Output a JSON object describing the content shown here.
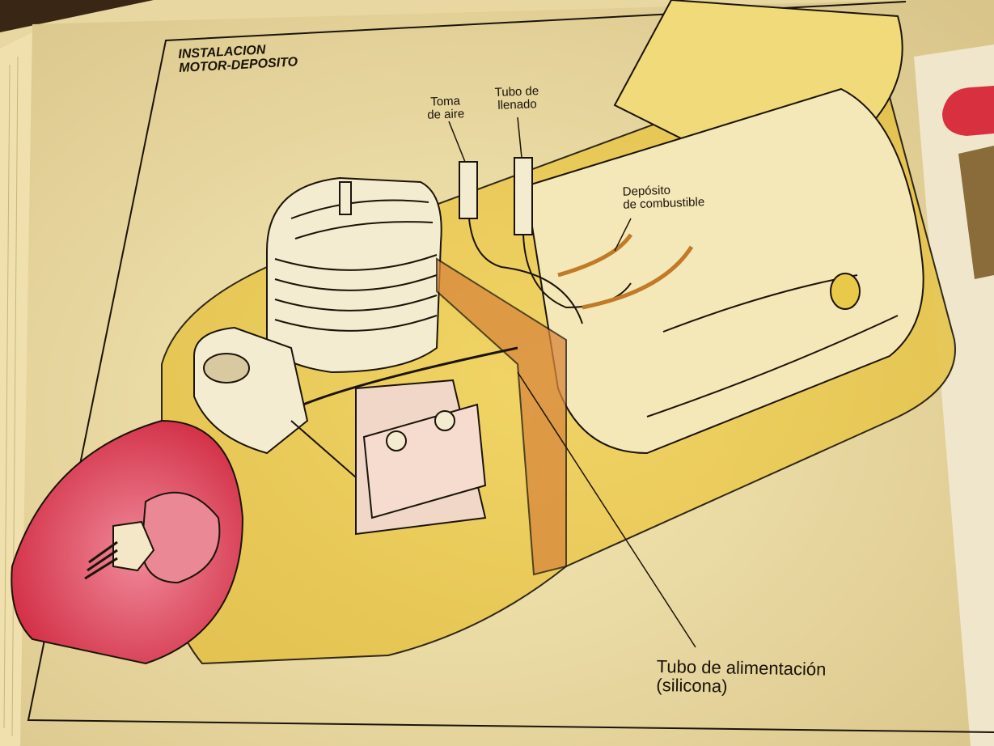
{
  "diagram": {
    "title_line1": "INSTALACION",
    "title_line2": "MOTOR-DEPOSITO",
    "labels": {
      "air_intake_line1": "Toma",
      "air_intake_line2": "de aire",
      "fill_tube_line1": "Tubo de",
      "fill_tube_line2": "llenado",
      "tank_line1": "Depósito",
      "tank_line2": "de combustible",
      "feed_tube_line1": "Tubo de alimentación",
      "feed_tube_line2": "(silicona)"
    }
  },
  "colors": {
    "page": "#f3e6b4",
    "yellow_wash": "#e9c94a",
    "spinner_red": "#d9374f",
    "background": "#3a2614"
  }
}
